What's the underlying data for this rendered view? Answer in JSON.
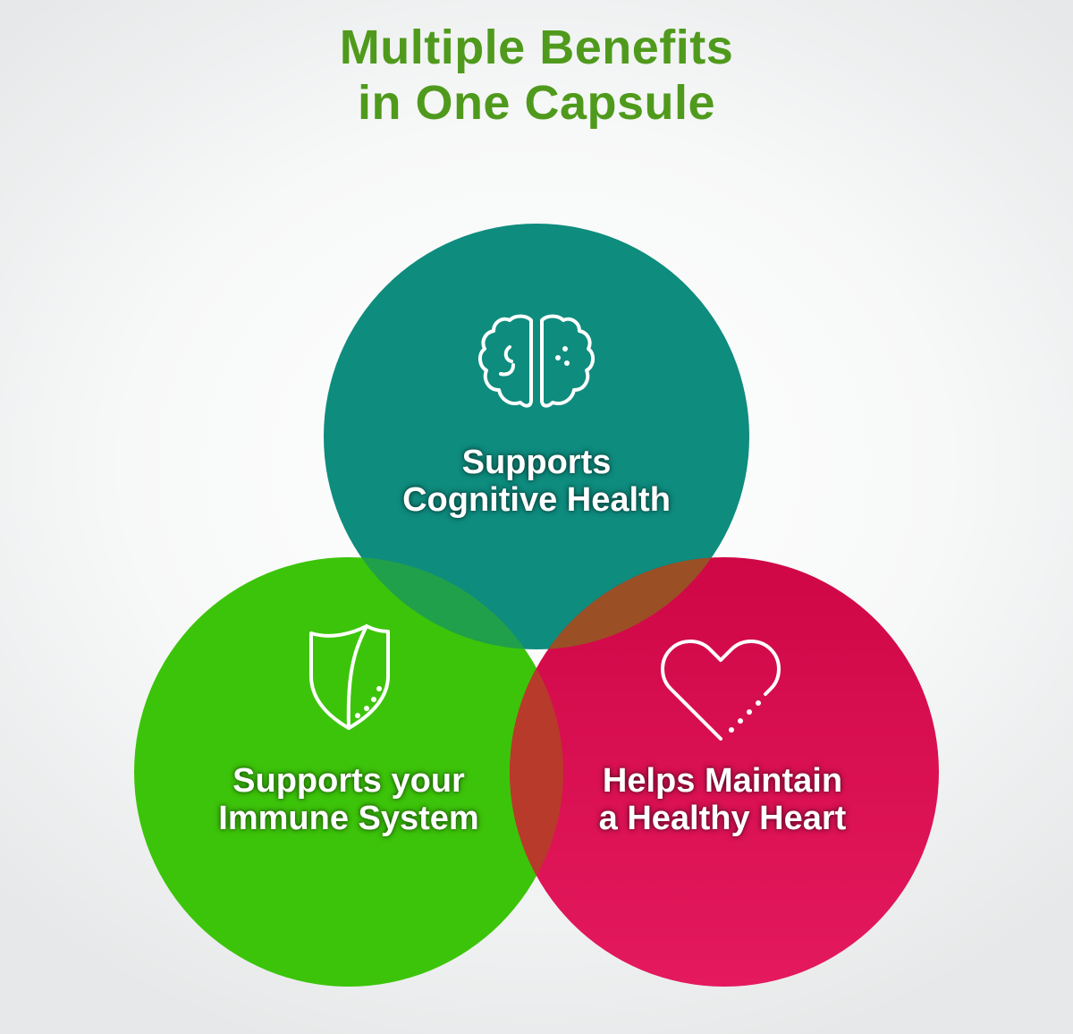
{
  "title": {
    "line1": "Multiple Benefits",
    "line2": "in One Capsule"
  },
  "benefits": [
    {
      "line1": "Supports",
      "line2": "Cognitive Health",
      "icon": "brain-icon",
      "color": "#0e8c7e"
    },
    {
      "line1": "Supports your",
      "line2": "Immune System",
      "icon": "shield-icon",
      "color": "#3cc40a"
    },
    {
      "line1": "Helps Maintain",
      "line2": "a Healthy Heart",
      "icon": "heart-icon",
      "color": "#dc0f52"
    }
  ],
  "colors": {
    "title": "#4f9a1c",
    "cognitive": "#0e8c7e",
    "immune": "#3cc40a",
    "heart": "#dc0f52",
    "overlap_cognitive_immune": "#20a04a",
    "overlap_cognitive_heart": "#9a5024",
    "overlap_immune_heart": "#b83a2a"
  }
}
